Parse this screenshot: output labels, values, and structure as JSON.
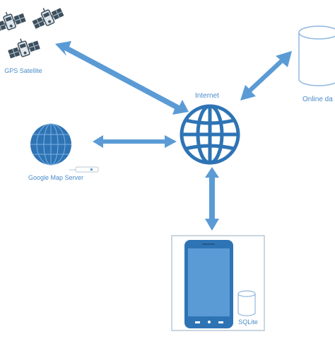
{
  "labels": {
    "gps": "GPS Satellite",
    "internet": "Internet",
    "online_db": "Online da",
    "map_server": "Google Map Server",
    "sqlite": "SQLite"
  },
  "colors": {
    "accent": "#5b9bd5",
    "accent_dark": "#2e74b5",
    "label": "#4a8bc9",
    "outline": "#8fb7e0",
    "dark": "#3d4f5c",
    "panel": "#b9c9d6"
  },
  "icons": [
    "satellite-icon",
    "globe-icon",
    "database-icon",
    "smartphone-icon",
    "network-switch-icon"
  ]
}
